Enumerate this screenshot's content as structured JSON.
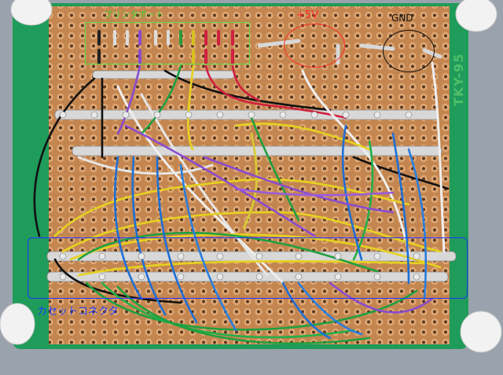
{
  "annotations": {
    "printer_port": "プリンタポート",
    "plus5v": "+5V",
    "gnd": "GND",
    "cassette_connector": "カセットコネクタ"
  },
  "board_marking": "TKY-95",
  "colors": {
    "pcb_green": "#1e9e5c",
    "copper": "#c98a56",
    "annotation_green": "#3fd12e",
    "annotation_red": "#ff2a2a",
    "annotation_blue": "#1f3fff"
  }
}
